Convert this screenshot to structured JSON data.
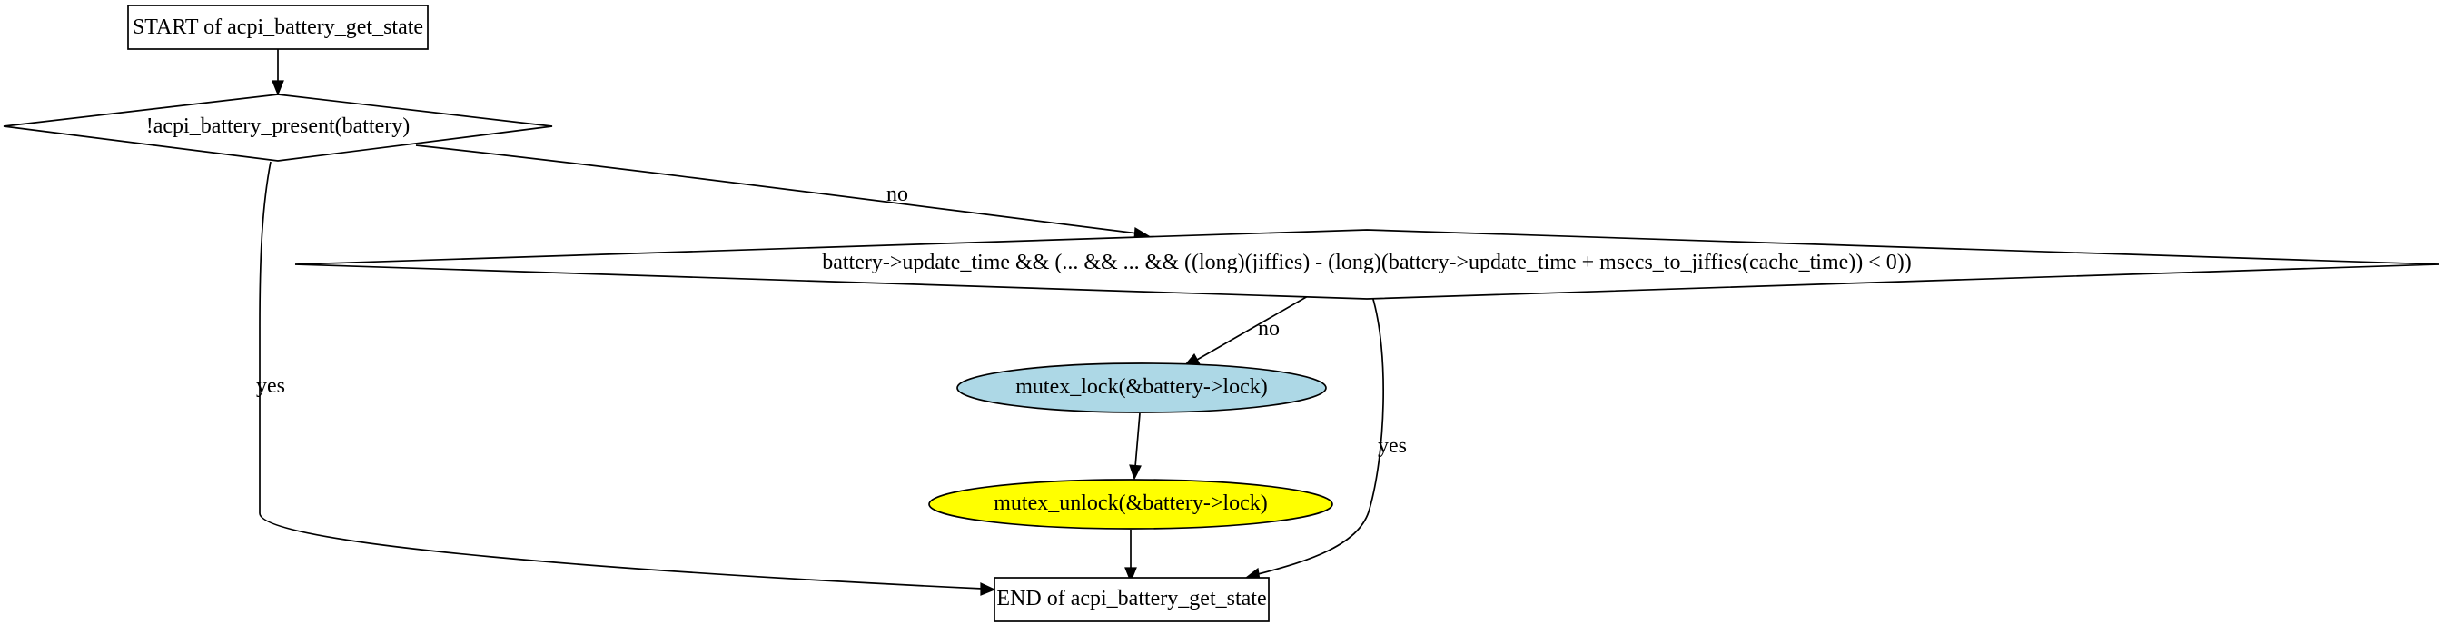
{
  "diagram": {
    "type": "flowchart",
    "nodes": {
      "start": {
        "label": "START of acpi_battery_get_state",
        "shape": "box",
        "fill": "#ffffff"
      },
      "cond1": {
        "label": "!acpi_battery_present(battery)",
        "shape": "diamond",
        "fill": "#ffffff"
      },
      "cond2": {
        "label": "battery->update_time && (... && ... && ((long)(jiffies) - (long)(battery->update_time + msecs_to_jiffies(cache_time)) < 0))",
        "shape": "diamond",
        "fill": "#ffffff"
      },
      "lock": {
        "label": "mutex_lock(&battery->lock)",
        "shape": "ellipse",
        "fill": "#add8e6"
      },
      "unlock": {
        "label": "mutex_unlock(&battery->lock)",
        "shape": "ellipse",
        "fill": "#ffff00"
      },
      "end": {
        "label": "END of acpi_battery_get_state",
        "shape": "box",
        "fill": "#ffffff"
      }
    },
    "edges": [
      {
        "from": "start",
        "to": "cond1",
        "label": ""
      },
      {
        "from": "cond1",
        "to": "cond2",
        "label": "no"
      },
      {
        "from": "cond1",
        "to": "end",
        "label": "yes"
      },
      {
        "from": "cond2",
        "to": "lock",
        "label": "no"
      },
      {
        "from": "cond2",
        "to": "end",
        "label": "yes"
      },
      {
        "from": "lock",
        "to": "unlock",
        "label": ""
      },
      {
        "from": "unlock",
        "to": "end",
        "label": ""
      }
    ]
  }
}
